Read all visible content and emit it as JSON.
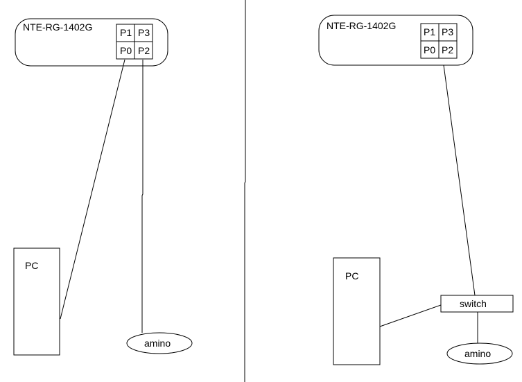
{
  "left": {
    "router": {
      "name": "NTE-RG-1402G",
      "ports": [
        "P1",
        "P3",
        "P0",
        "P2"
      ]
    },
    "pc": "PC",
    "stb": "amino"
  },
  "right": {
    "router": {
      "name": "NTE-RG-1402G",
      "ports": [
        "P1",
        "P3",
        "P0",
        "P2"
      ]
    },
    "pc": "PC",
    "switch": "switch",
    "stb": "amino"
  }
}
